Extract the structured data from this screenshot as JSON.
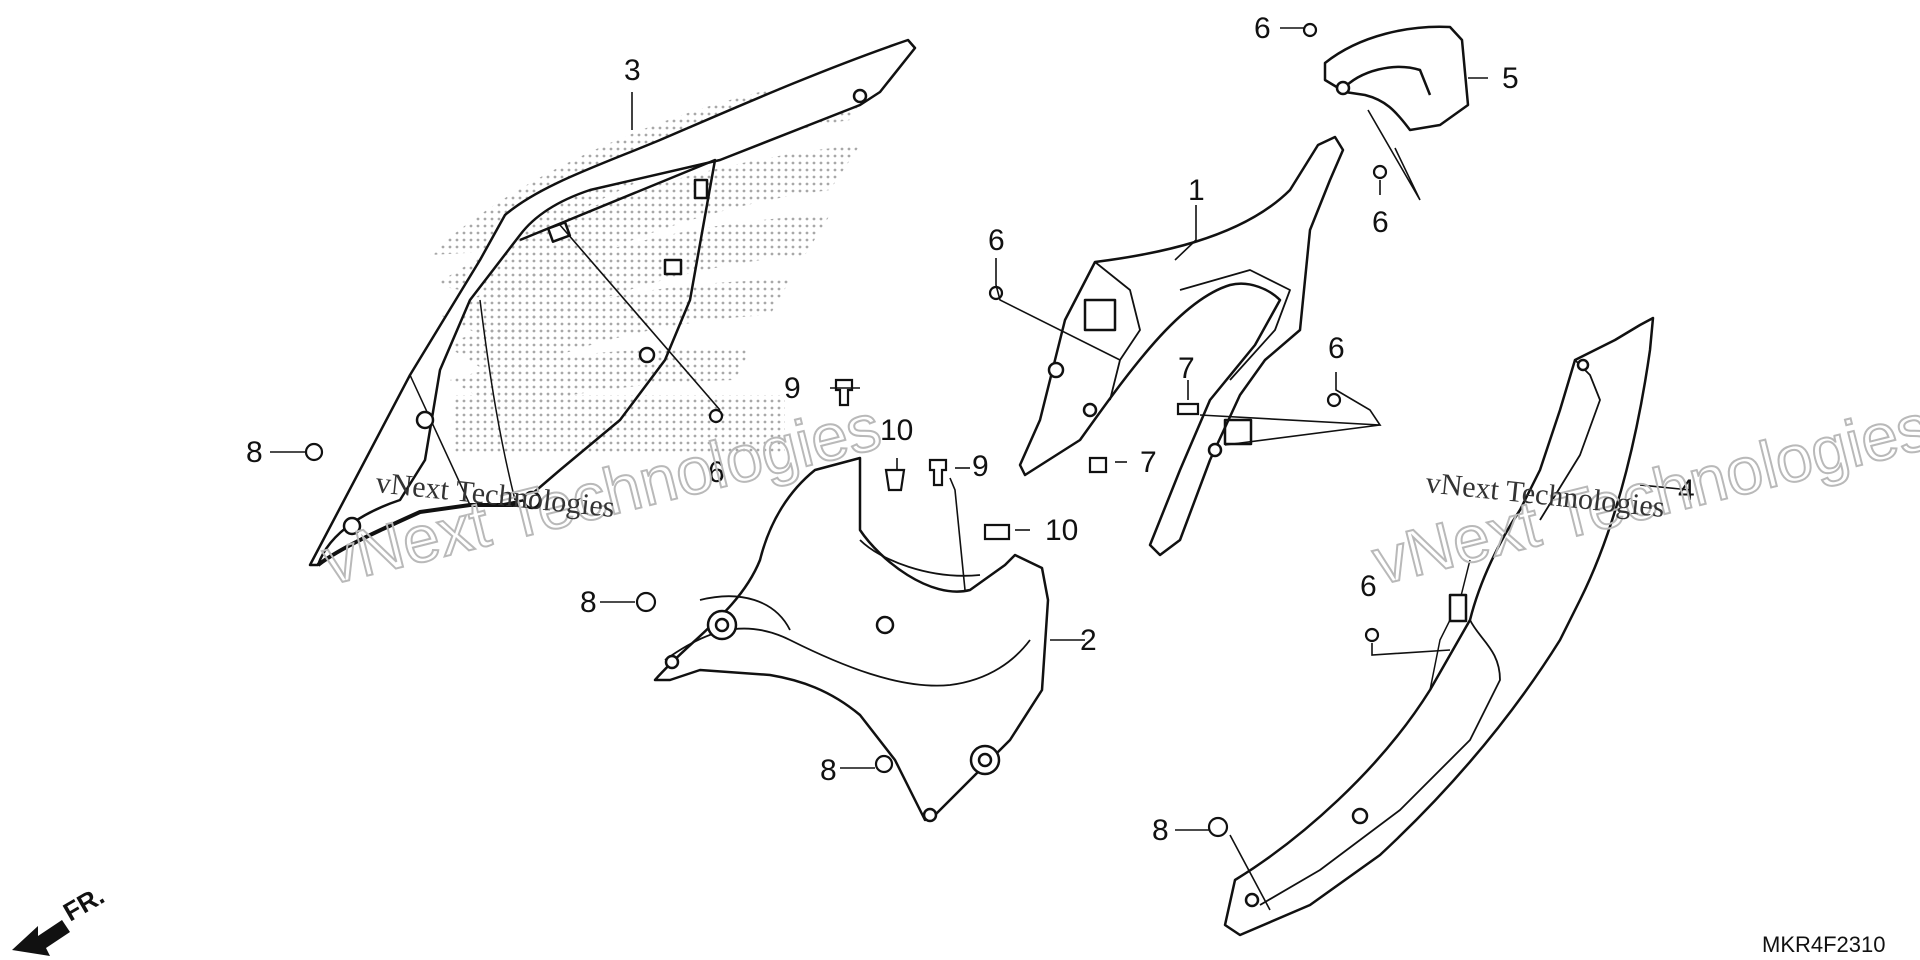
{
  "diagram": {
    "code": "MKR4F2310",
    "front_mark": "FR.",
    "watermark_small": "vNext Technologies",
    "watermark_large": "vNext Technologies",
    "callouts": [
      {
        "id": "c3",
        "label": "3"
      },
      {
        "id": "c6a",
        "label": "6"
      },
      {
        "id": "c5",
        "label": "5"
      },
      {
        "id": "c6b",
        "label": "6"
      },
      {
        "id": "c1",
        "label": "1"
      },
      {
        "id": "c6c",
        "label": "6"
      },
      {
        "id": "c6d",
        "label": "6"
      },
      {
        "id": "c7a",
        "label": "7"
      },
      {
        "id": "c7b",
        "label": "7"
      },
      {
        "id": "c9a",
        "label": "9"
      },
      {
        "id": "c10a",
        "label": "10"
      },
      {
        "id": "c9b",
        "label": "9"
      },
      {
        "id": "c10b",
        "label": "10"
      },
      {
        "id": "c6e",
        "label": "6"
      },
      {
        "id": "c8a",
        "label": "8"
      },
      {
        "id": "c2",
        "label": "2"
      },
      {
        "id": "c8b",
        "label": "8"
      },
      {
        "id": "c8c",
        "label": "8"
      },
      {
        "id": "c4",
        "label": "4"
      },
      {
        "id": "c6f",
        "label": "6"
      },
      {
        "id": "c8d",
        "label": "8"
      }
    ]
  }
}
